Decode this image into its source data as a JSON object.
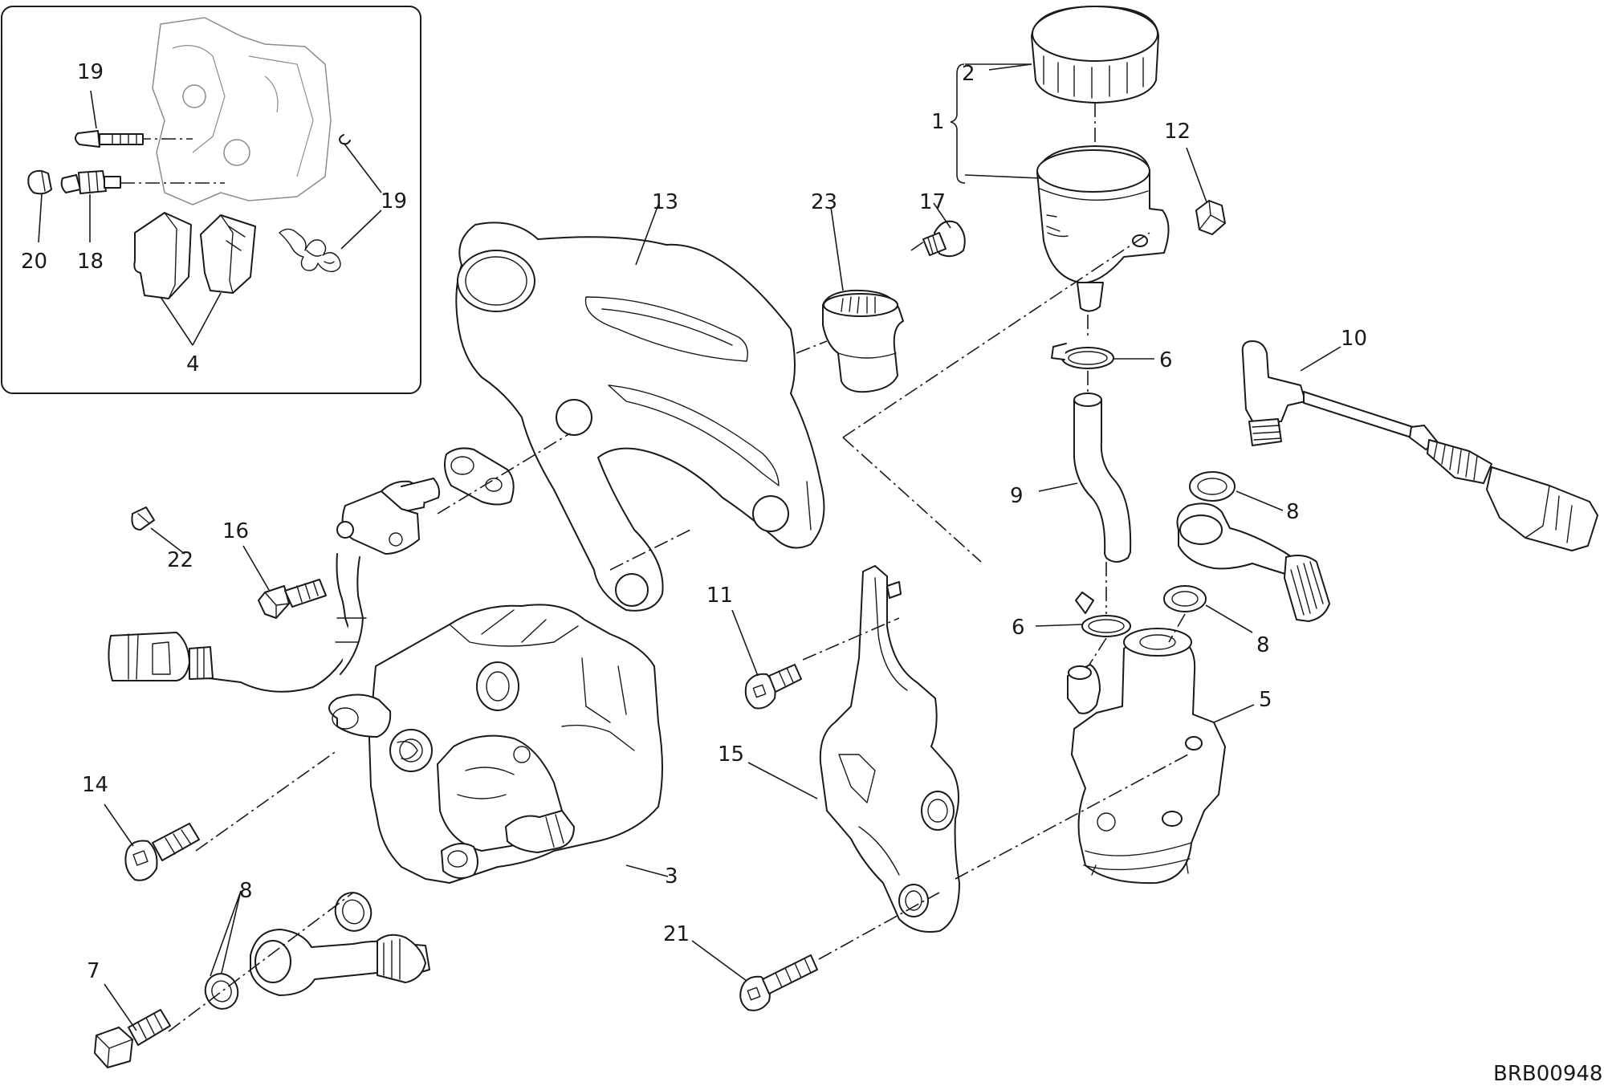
{
  "drawing_code": "BRB00948",
  "callouts": {
    "c1": "1",
    "c2": "2",
    "c3": "3",
    "c4": "4",
    "c5": "5",
    "c6a": "6",
    "c6b": "6",
    "c7": "7",
    "c8a": "8",
    "c8b": "8",
    "c8c": "8",
    "c9": "9",
    "c10": "10",
    "c11": "11",
    "c12": "12",
    "c13": "13",
    "c14": "14",
    "c15": "15",
    "c16": "16",
    "c17": "17",
    "c18": "18",
    "c19a": "19",
    "c19b": "19",
    "c20": "20",
    "c21": "21",
    "c22": "22",
    "c23": "23"
  }
}
